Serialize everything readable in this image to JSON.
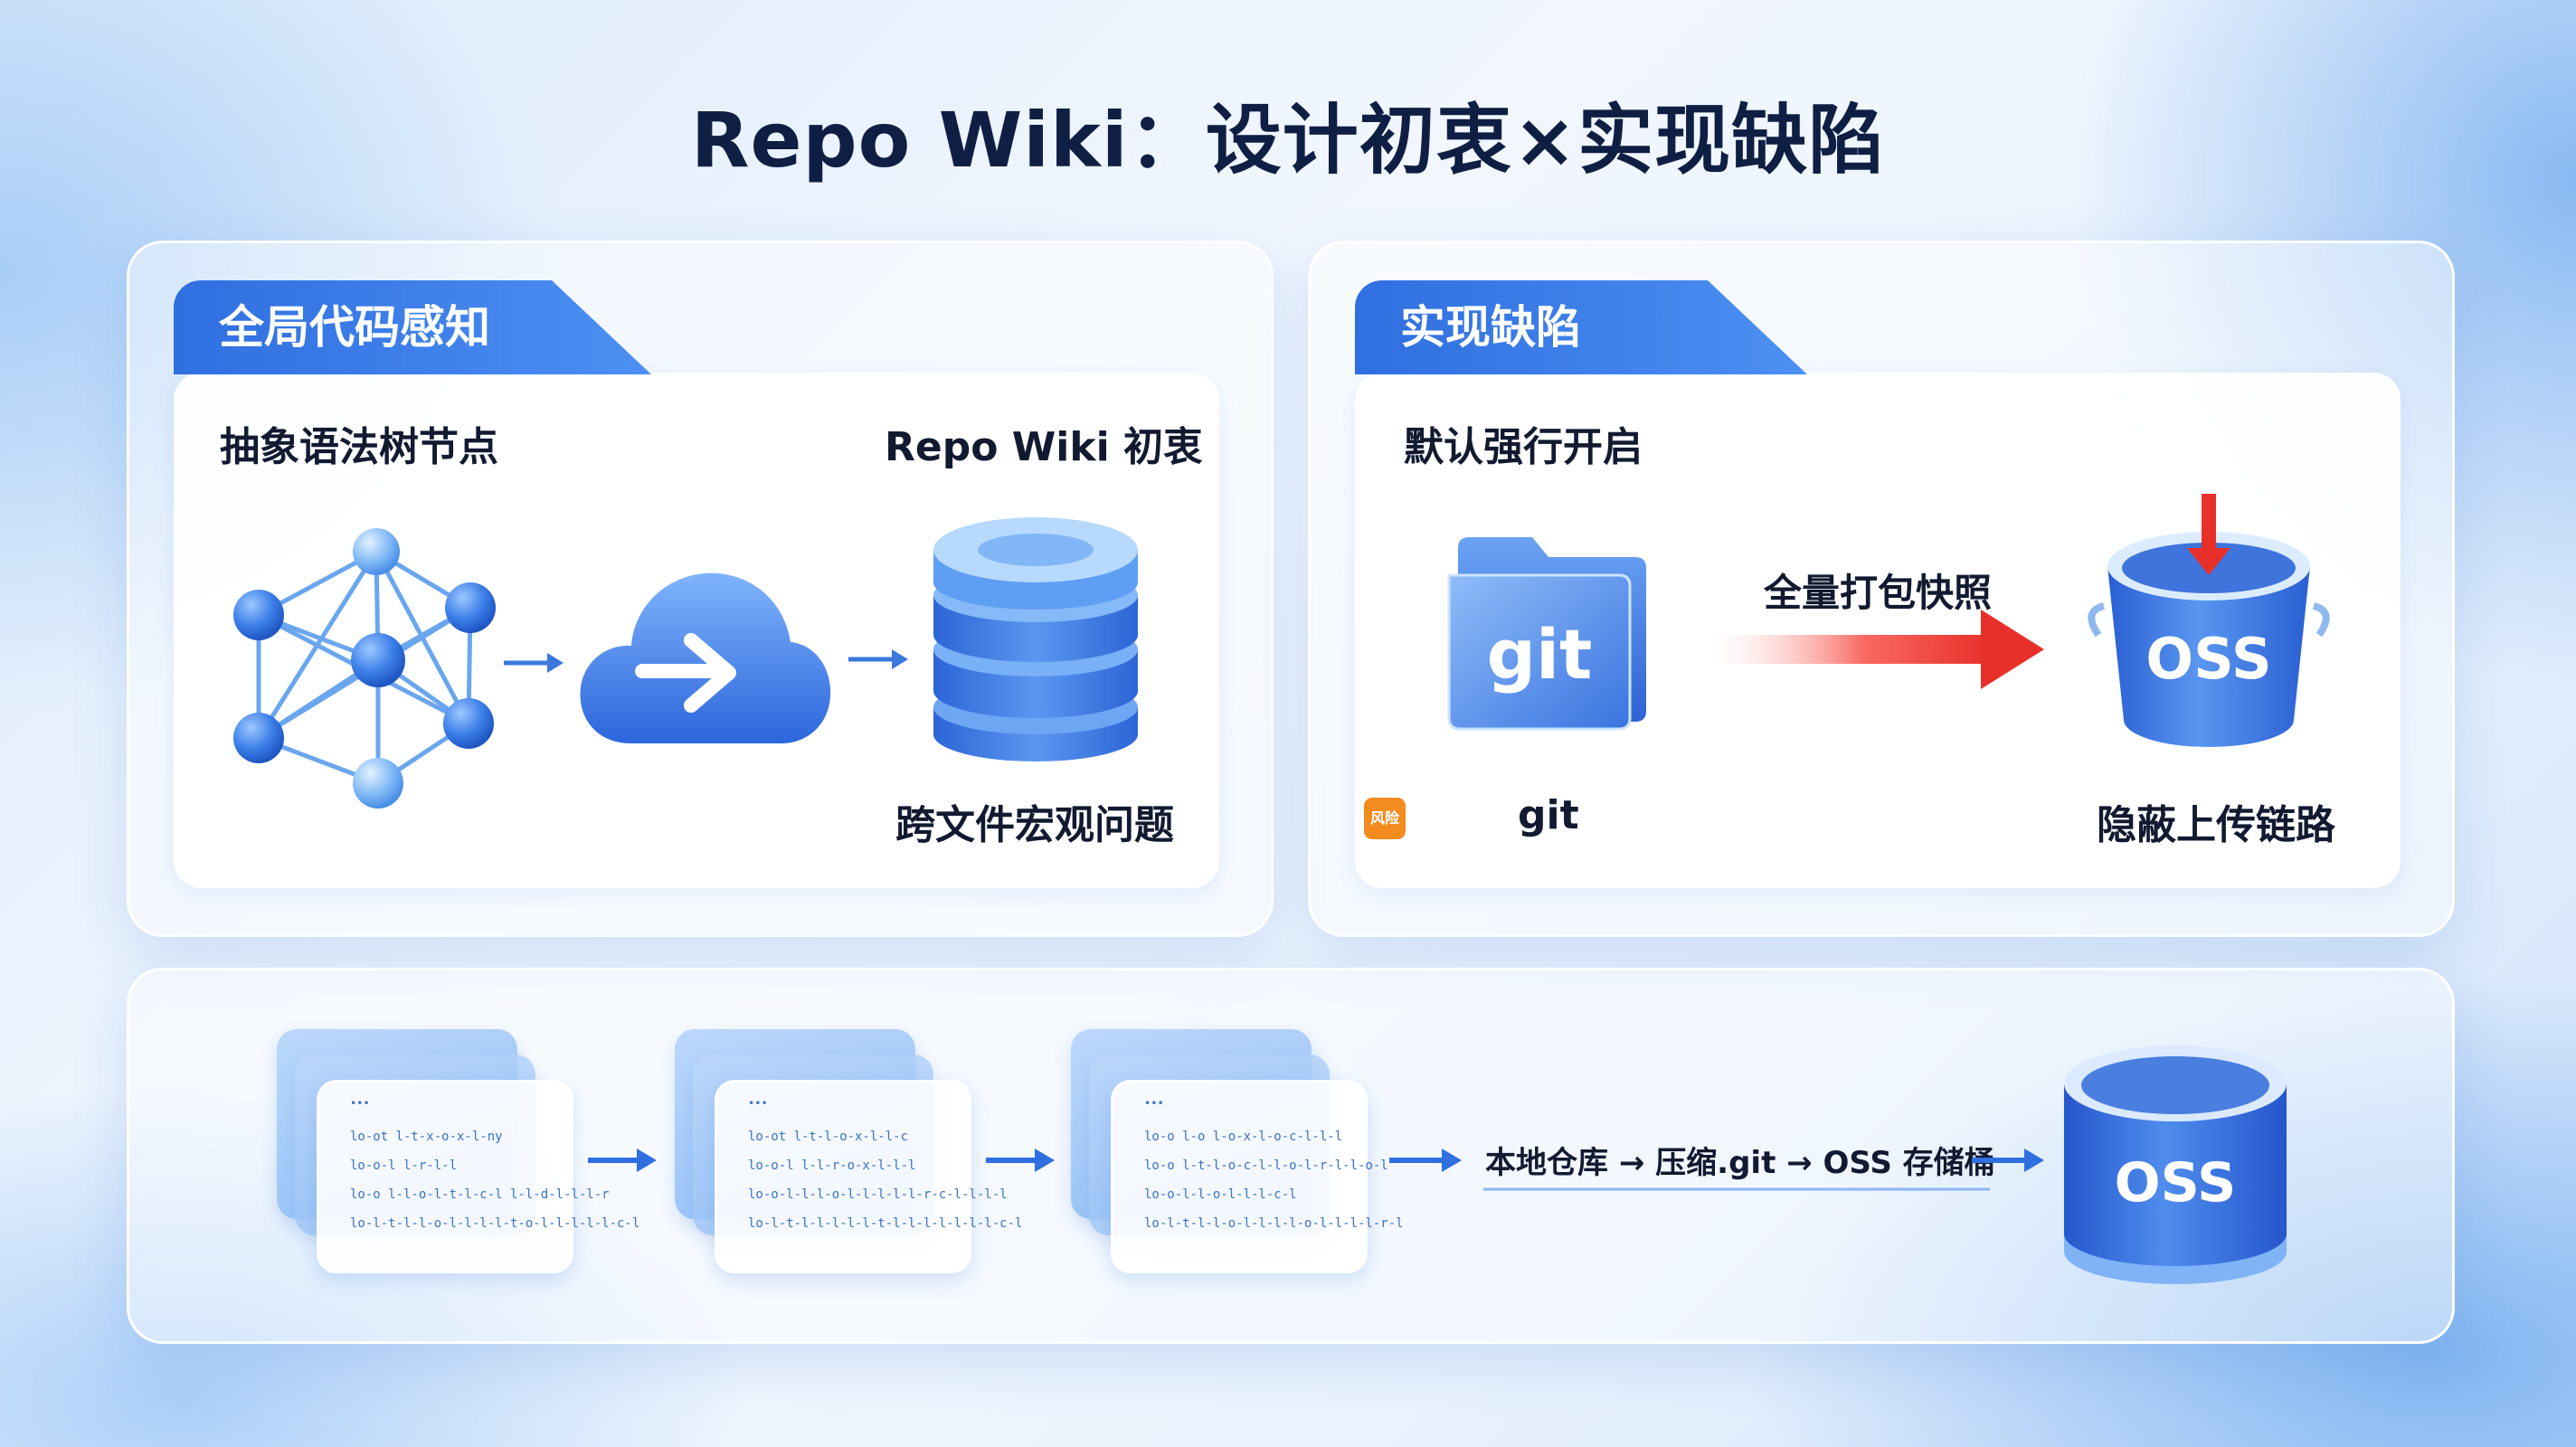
{
  "title": "Repo Wiki：设计初衷×实现缺陷",
  "left_panel": {
    "tab": "全局代码感知",
    "label_tl": "抽象语法树节点",
    "label_tr": "Repo Wiki 初衷",
    "label_br": "跨文件宏观问题"
  },
  "right_panel": {
    "tab": "实现缺陷",
    "label_tl": "默认强行开启",
    "folder_text": "git",
    "arrow_label": "全量打包快照",
    "bucket_text": "OSS",
    "badge": "风险",
    "label_git": "git",
    "label_br": "隐蔽上传链路"
  },
  "bottom_panel": {
    "docs": [
      {
        "dots": "•••",
        "lines": [
          "lo-ot l-t-x-o-x-l-ny",
          "lo-o-l l-r-l-l",
          "lo-o l-l-o-l-t-l-c-l l-l-d-l-l-l-r",
          "lo-l-t-l-l-o-l-l-l-l-t-o-l-l-l-l-l-c-l"
        ]
      },
      {
        "dots": "•••",
        "lines": [
          "lo-ot l-t-l-o-x-l-l-c",
          "lo-o-l l-l-r-o-x-l-l-l",
          "lo-o-l-l-l-o-l-l-l-l-l-r-c-l-l-l-l",
          "lo-l-t-l-l-l-l-l-t-l-l-l-l-l-l-l-c-l"
        ]
      },
      {
        "dots": "•••",
        "lines": [
          "lo-o l-o l-o-x-l-o-c-l-l-l",
          "lo-o l-t-l-o-c-l-l-o-l-r-l-l-o-l",
          "lo-o-l-l-o-l-l-l-c-l",
          "lo-l-t-l-l-o-l-l-l-l-o-l-l-l-l-r-l"
        ]
      }
    ],
    "flow_text": "本地仓库 → 压缩.git → OSS 存储桶",
    "bucket_text": "OSS"
  },
  "colors": {
    "accent_blue": "#2f6fe0",
    "light_blue": "#8fc0f7",
    "arrow_red": "#e8302a",
    "title_navy": "#0f1f44",
    "badge_orange": "#f38b1f"
  },
  "icons": [
    "network-graph-icon",
    "cloud-arrow-icon",
    "database-stack-icon",
    "git-folder-icon",
    "oss-bucket-icon",
    "oss-storage-icon",
    "arrow-icon"
  ]
}
